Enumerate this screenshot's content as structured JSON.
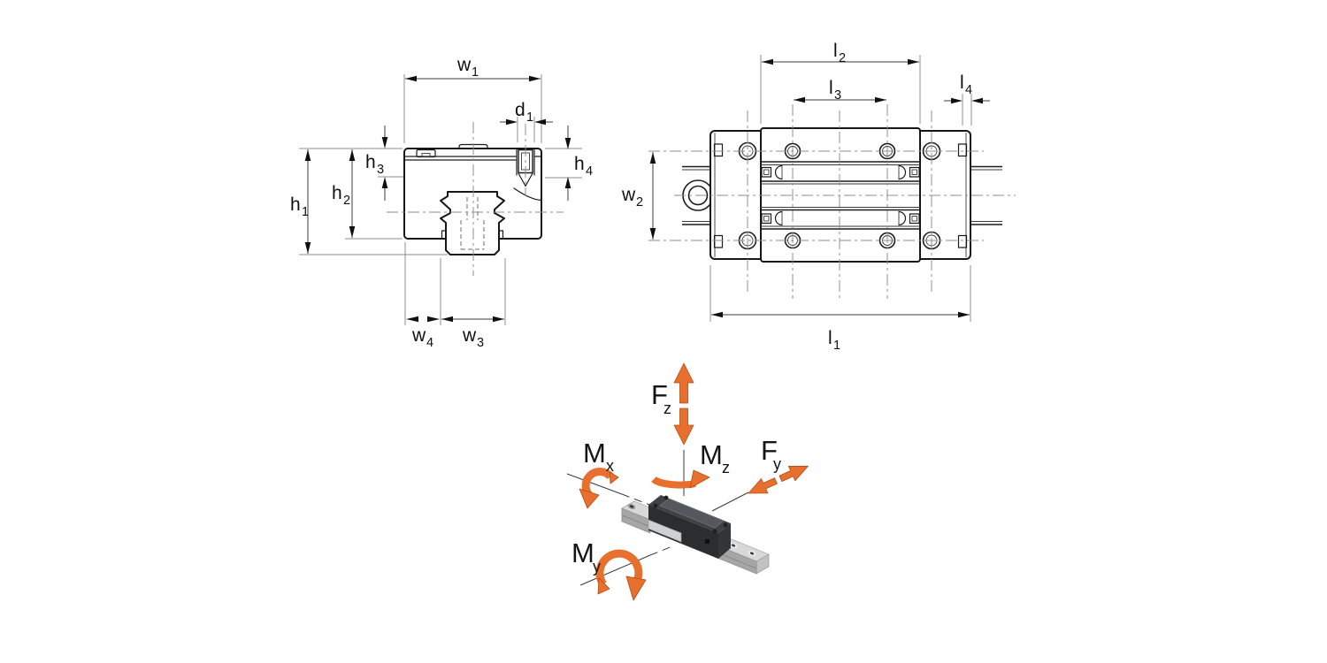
{
  "figure": {
    "kind": "linear-guide-carriage-dimension-drawing",
    "views": [
      "front-section-view",
      "top-view",
      "load-direction-diagram"
    ]
  },
  "dimensions": {
    "front_view": {
      "w1": {
        "main": "w",
        "sub": "1"
      },
      "d1": {
        "main": "d",
        "sub": "1"
      },
      "h1": {
        "main": "h",
        "sub": "1"
      },
      "h2": {
        "main": "h",
        "sub": "2"
      },
      "h3": {
        "main": "h",
        "sub": "3"
      },
      "h4": {
        "main": "h",
        "sub": "4"
      },
      "w4": {
        "main": "w",
        "sub": "4"
      },
      "w3": {
        "main": "w",
        "sub": "3"
      }
    },
    "top_view": {
      "l1": {
        "main": "l",
        "sub": "1"
      },
      "l2": {
        "main": "l",
        "sub": "2"
      },
      "l3": {
        "main": "l",
        "sub": "3"
      },
      "l4": {
        "main": "l",
        "sub": "4"
      },
      "w2": {
        "main": "w",
        "sub": "2"
      }
    }
  },
  "force_diagram": {
    "fz": {
      "main": "F",
      "sub": "z"
    },
    "fy": {
      "main": "F",
      "sub": "y"
    },
    "mx": {
      "main": "M",
      "sub": "x"
    },
    "my": {
      "main": "M",
      "sub": "y"
    },
    "mz": {
      "main": "M",
      "sub": "z"
    }
  },
  "colors": {
    "accent_orange": "#E8702E",
    "orange_edge": "#B34C12",
    "drawing_line": "#161616",
    "thin_line": "#8F8F8F",
    "block_dark": "#2B2D2F",
    "rail_gray": "#D8D8D8"
  }
}
